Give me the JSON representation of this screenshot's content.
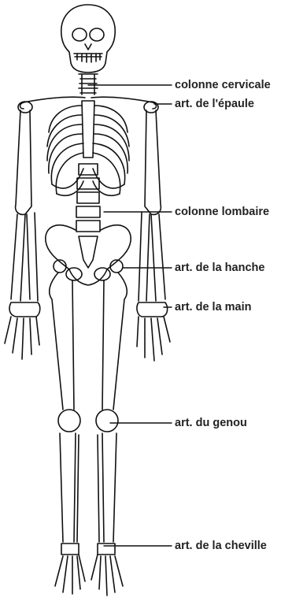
{
  "figure": {
    "labels": [
      {
        "id": "cervical",
        "text": "colonne cervicale"
      },
      {
        "id": "shoulder",
        "text": "art. de l'épaule"
      },
      {
        "id": "lumbar",
        "text": "colonne lombaire"
      },
      {
        "id": "hip",
        "text": "art. de la hanche"
      },
      {
        "id": "wrist",
        "text": "art. de la main"
      },
      {
        "id": "knee",
        "text": "art. du genou"
      },
      {
        "id": "ankle",
        "text": "art. de la cheville"
      }
    ]
  }
}
